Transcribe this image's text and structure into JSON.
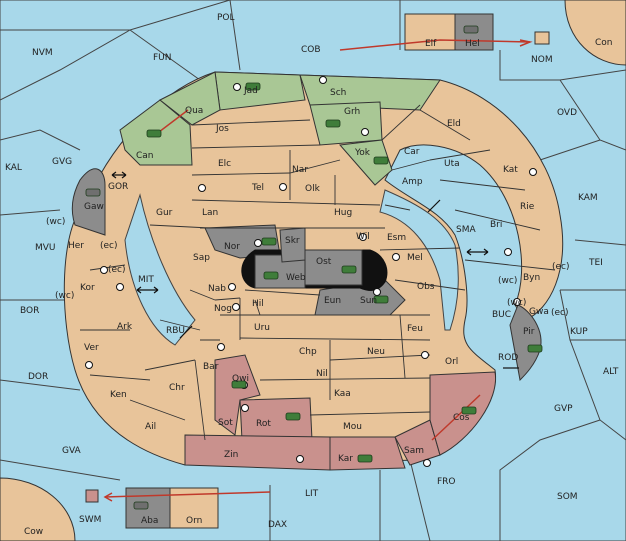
{
  "colors": {
    "sea": "#a8d8ea",
    "land": "#e8c49a",
    "player_green": "#a9c795",
    "player_red": "#c9918d",
    "grey": "#8c8c8c",
    "order_arrow": "#c0392b"
  },
  "labels": {
    "POL": "POL",
    "NVM": "NVM",
    "FUN": "FUN",
    "COB": "COB",
    "Elf": "Elf",
    "Hel": "Hel",
    "Con": "Con",
    "NOM": "NOM",
    "OVD": "OVD",
    "KAL": "KAL",
    "GVG": "GVG",
    "Qua": "Qua",
    "Jad": "Jad",
    "Sch": "Sch",
    "Grh": "Grh",
    "Jos": "Jos",
    "Can": "Can",
    "Eld": "Eld",
    "Yok": "Yok",
    "Car": "Car",
    "Uta": "Uta",
    "Kat": "Kat",
    "KAM": "KAM",
    "Elc": "Elc",
    "Nar": "Nar",
    "Amp": "Amp",
    "GOR": "GOR",
    "Gaw": "Gaw",
    "Tel": "Tel",
    "Olk": "Olk",
    "Rie": "Rie",
    "Gur": "Gur",
    "Lan": "Lan",
    "Hug": "Hug",
    "Bri": "Bri",
    "SMA": "SMA",
    "wc1": "(wc)",
    "MVU": "MVU",
    "Her": "Her",
    "ec1": "(ec)",
    "Nor": "Nor",
    "Skr": "Skr",
    "Wil": "Wil",
    "Esm": "Esm",
    "TEI": "TEI",
    "Sap": "Sap",
    "Ost": "Ost",
    "Mel": "Mel",
    "ec2": "(ec)",
    "ec3": "(ec)",
    "Web": "Web",
    "Byn": "Byn",
    "wc2": "(wc)",
    "MIT": "MIT",
    "Kor": "Kor",
    "Nab": "Nab",
    "Obs": "Obs",
    "wc3": "(wc)",
    "BOR": "BOR",
    "wc4": "(wc)",
    "Hil": "Hil",
    "Eun": "Eun",
    "Sun": "Sun",
    "Gwa": "Gwa",
    "ec4": "(ec)",
    "Nog": "Nog",
    "KUP": "KUP",
    "BUC": "BUC",
    "Pir": "Pir",
    "Ark": "Ark",
    "RBU": "RBU",
    "Uru": "Uru",
    "Feu": "Feu",
    "Ver": "Ver",
    "Chp": "Chp",
    "Neu": "Neu",
    "ROD": "ROD",
    "DOR": "DOR",
    "Bar": "Bar",
    "Nil": "Nil",
    "Orl": "Orl",
    "ALT": "ALT",
    "Qwi": "Qwi",
    "Ken": "Ken",
    "Chr": "Chr",
    "Kaa": "Kaa",
    "GVP": "GVP",
    "Ail": "Ail",
    "Sot": "Sot",
    "Rot": "Rot",
    "Mou": "Mou",
    "Cos": "Cos",
    "GVA": "GVA",
    "Zin": "Zin",
    "Kar": "Kar",
    "Sam": "Sam",
    "FRO": "FRO",
    "LIT": "LIT",
    "SOM": "SOM",
    "SWM": "SWM",
    "Aba": "Aba",
    "Orn": "Orn",
    "Cow": "Cow",
    "DAX": "DAX"
  },
  "units": [
    {
      "type": "army",
      "owner": "green",
      "at": "Jad"
    },
    {
      "type": "army",
      "owner": "green",
      "at": "Grh"
    },
    {
      "type": "army",
      "owner": "green",
      "at": "Can"
    },
    {
      "type": "army",
      "owner": "green",
      "at": "Yok"
    },
    {
      "type": "army",
      "owner": "grey",
      "at": "Gaw"
    },
    {
      "type": "army",
      "owner": "green",
      "at": "Nor"
    },
    {
      "type": "army",
      "owner": "green",
      "at": "Web"
    },
    {
      "type": "army",
      "owner": "green",
      "at": "Ost"
    },
    {
      "type": "army",
      "owner": "green",
      "at": "Sun"
    },
    {
      "type": "army",
      "owner": "green",
      "at": "Pir"
    },
    {
      "type": "army",
      "owner": "green",
      "at": "Qwi"
    },
    {
      "type": "army",
      "owner": "green",
      "at": "Rot"
    },
    {
      "type": "army",
      "owner": "green",
      "at": "Kar"
    },
    {
      "type": "army",
      "owner": "green",
      "at": "Cos"
    },
    {
      "type": "fleet",
      "owner": "grey",
      "at": "Hel"
    },
    {
      "type": "fleet",
      "owner": "grey",
      "at": "Aba"
    }
  ]
}
